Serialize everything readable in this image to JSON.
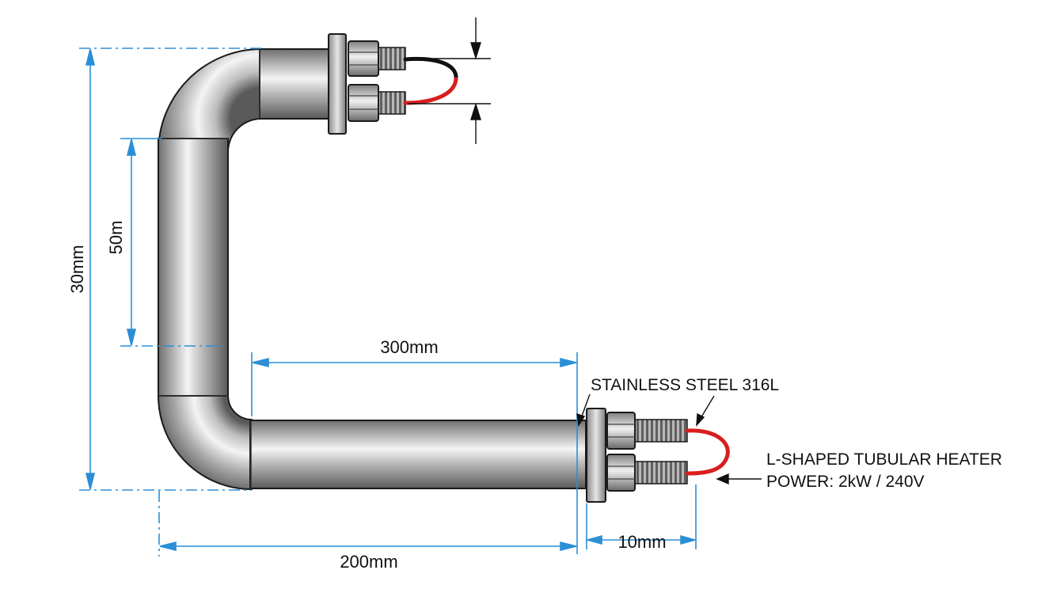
{
  "dimensions": {
    "overall_height": "30mm",
    "straight_height": "50m",
    "straight_length": "300mm",
    "overall_length": "200mm",
    "terminal_length": "10mm"
  },
  "callouts": {
    "material": "STAINLESS STEEL 316L",
    "heater_type": "L-SHAPED TUBULAR HEATER",
    "power_rating": "POWER: 2kW / 240V"
  },
  "colors": {
    "dimension_line": "#2b8fd6",
    "wire_red": "#d81e1e",
    "wire_black": "#111111",
    "outline": "#1a1a1a"
  },
  "icons": {
    "terminal": "hex-nut-threaded-stud-icon"
  }
}
